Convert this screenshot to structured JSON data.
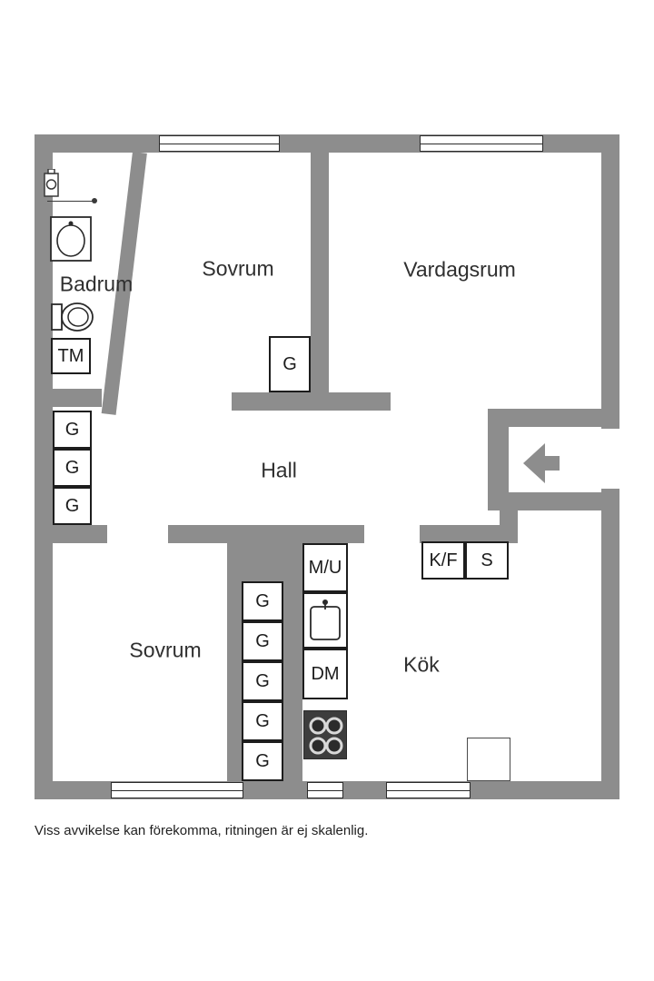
{
  "colors": {
    "wall": "#8d8d8d",
    "line": "#2b2b2b",
    "stove": "#3d3d3d",
    "bg": "#ffffff"
  },
  "rooms": {
    "badrum": "Badrum",
    "sovrum_top": "Sovrum",
    "vardagsrum": "Vardagsrum",
    "hall": "Hall",
    "sovrum_bottom": "Sovrum",
    "kok": "Kök"
  },
  "labels": {
    "wardrobe": "G",
    "washing_machine": "TM",
    "micro_oven": "M/U",
    "dishwasher": "DM",
    "fridge_freezer": "K/F",
    "pantry": "S"
  },
  "icons": {
    "entrance_arrow": "entry-arrow",
    "stove": "four-burner-cooktop",
    "kitchen_sink": "kitchen-sink",
    "toilet": "toilet",
    "vanity_sink": "bathroom-sink",
    "corner_basin": "corner-hand-basin",
    "window": "window"
  },
  "footer": {
    "disclaimer": "Viss avvikelse kan förekomma, ritningen är ej skalenlig."
  }
}
